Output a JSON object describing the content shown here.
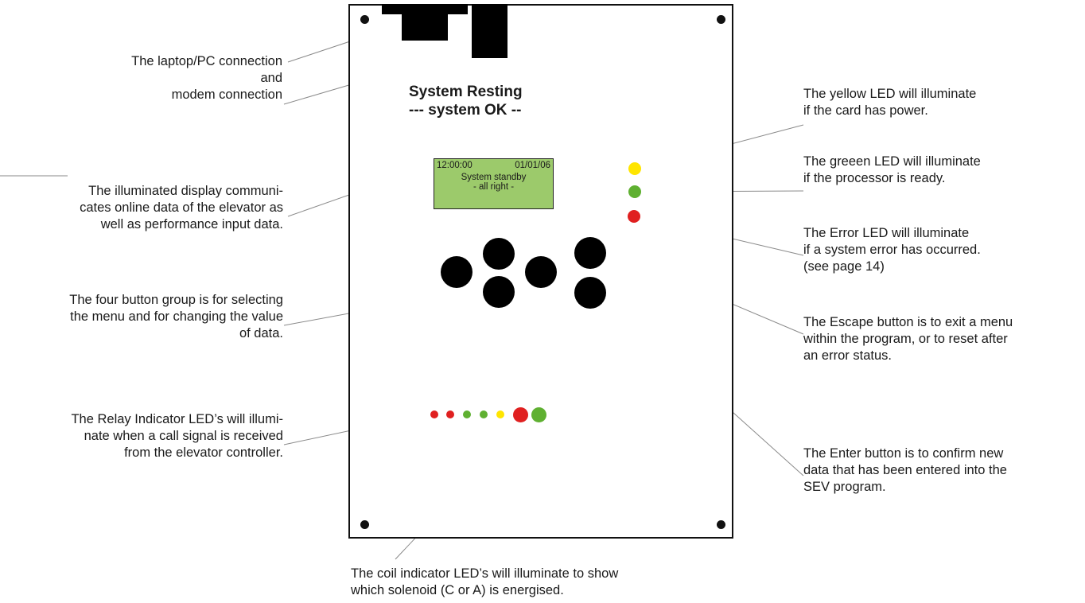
{
  "board": {
    "status_line1": "System Resting",
    "status_line2": "--- system OK --"
  },
  "display": {
    "time": "12:00:00",
    "date": "01/01/06",
    "line1": "System standby",
    "line2": "- all right -",
    "background_color": "#9cca6b"
  },
  "status_leds": [
    {
      "name": "yellow-led",
      "color": "#ffe500"
    },
    {
      "name": "green-led",
      "color": "#5fb031"
    },
    {
      "name": "red-led",
      "color": "#e02020"
    }
  ],
  "relay_leds": [
    "#e02020",
    "#e02020",
    "#5fb031",
    "#5fb031",
    "#ffe500"
  ],
  "coil_leds": [
    "#e02020",
    "#5fb031"
  ],
  "callouts": {
    "pc_connection": [
      "The laptop/PC connection",
      "and",
      "modem connection"
    ],
    "display": [
      "The illuminated display communi-",
      "cates  online data of the elevator as",
      "well as performance input data."
    ],
    "button_group": [
      "The four button group is for selecting",
      "the menu and for changing the value",
      "of data."
    ],
    "relay_leds": [
      "The Relay Indicator LED’s will illumi-",
      "nate when a call signal is received",
      "from the elevator controller."
    ],
    "coil_leds": [
      "The coil indicator LED’s will illuminate to show",
      "which solenoid (C or A) is energised."
    ],
    "yellow_led": [
      "The yellow LED will illuminate",
      "if the card has power."
    ],
    "green_led": [
      "The greeen LED will illuminate",
      "if the processor is ready."
    ],
    "error_led": [
      "The Error LED will illuminate",
      "if a system error has occurred.",
      "(see page 14)"
    ],
    "escape_button": [
      "The Escape button is to exit a menu",
      "within the program, or to reset after",
      "an error status."
    ],
    "enter_button": [
      "The Enter button is to confirm new",
      "data that has been entered into the",
      "SEV program."
    ]
  }
}
